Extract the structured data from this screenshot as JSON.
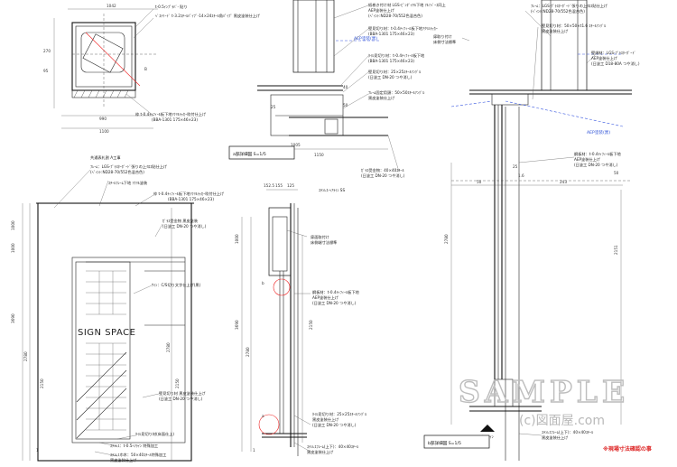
{
  "detail_a": {
    "dims_top": "1042",
    "dims_left": [
      "270",
      "95"
    ],
    "dims_bottom": [
      "990",
      "1100"
    ],
    "label_tube": "t-0.5ｲﾝﾌﾟﾗﾊﾞ- 貼り",
    "label_frame": "ﾍﾞｽﾄﾘｰﾄﾞ t-3.2ｽﾁｰﾙﾊﾟｲﾌﾟ-14×24ｽﾁｰﾙ角ﾊﾟｲﾌﾟ\n黒皮塗装仕上げ",
    "label_bottom_1": "枠  t-0.4ﾃｨﾌｨｰﾙ板下地ｱｸﾘﾙﾗｯｶｰ吹付仕上げ",
    "label_bottom_2": "(BBA-1301 175×46×23)",
    "marker_b": "B"
  },
  "detail_b": {
    "title": "a部詳細図 S=1/5",
    "callouts": [
      "紙巻き付け材 LGS-ﾋﾟﾝﾀﾞｲﾔﾙ下地 ｱﾙﾐﾍﾞｰｽ同上",
      "AEP塗装仕上げ",
      "(ﾍﾟｲﾝﾄ:ND28-70/552色混合色)",
      "壁見切り材：t-0.4ﾃｨﾌｨｰﾙ板下地ｱｸﾘﾙﾗｯｶｰ",
      "(BBA-1301 175×46×23)",
      "ﾀｲﾙ見切り材：t-0.4ﾃｨﾌｨｰﾙ板下地",
      "(BBA-1301 175×46×23)",
      "壁見切り材：25×25ｽﾁｰﾙｱﾝｸﾞﾙ",
      "(日塗工 DN-20 つや消し)",
      "ﾌﾚｰﾑ固定用頭：50×50ｽﾁｰﾙｱﾝｸﾞﾙ",
      "黒皮塗装仕上げ",
      "ｶﾞﾗｽ受金物：40×40ｽﾁｰﾙ",
      "(日塗工 DN-20 つや消し)",
      "ｽﾃﾝﾚｽ-ﾍｱﾗｲﾝ SS"
    ],
    "dims": [
      "1005",
      "1150",
      "40",
      "50",
      "25"
    ],
    "aep": "AEP塗装(黒)"
  },
  "elevation": {
    "callouts": [
      "共通表札割  A工事",
      "ﾌﾚｰﾑ：LGS-ﾌﾟﾗｽﾀｰﾎﾞｰﾄﾞ張りの上ｸﾛｽ貼仕上げ",
      "(ﾍﾟｲﾝﾄ:ND28-70/552色混合色)",
      "ｽﾁｰﾙﾌﾚｰﾑ下地 ｱｸﾘﾙ塗装",
      "枠  t-0.4ﾃｨﾌｨｰﾙ板下地ｱｸﾘﾙﾗｯｶｰ吹付仕上げ",
      "(BBA-1301 175×46×23)",
      "ｶﾞﾗｽ受金物 黒皮塗装",
      "(日塗工 DN-20 つや消し)",
      "ｻｲﾝ：C/S切り文字仕上げ(黒)",
      "壁見切り材 黒皮塗装仕上げ",
      "(日塗工 DN-20 つや消し)",
      "ﾀｲﾙ見切り材(床面仕上)",
      "ｽﾃﾝﾚｽ：t-0.5ﾍｱﾗｲﾝ 特殊加工",
      "ｽﾃﾝﾚｽ巾木：50×40ｽﾁｰﾙ特殊加工",
      "黒皮塗装仕上げ"
    ],
    "sign_text": "SIGN SPACE",
    "dims_left": [
      "1000",
      "1000",
      "3690",
      "2780",
      "2150",
      "1"
    ],
    "dims_right": [
      "2780",
      "2150"
    ]
  },
  "section_mid": {
    "dims_top": [
      "152.5",
      "155",
      "125"
    ],
    "callouts": [
      "扉面取付け",
      "床側端寸法標準",
      "鋼板材：t-0.4ﾃｨﾌｨｰﾙ板下地",
      "AEP塗装仕上げ",
      "(日塗工 DN-20 つや消し)",
      "ﾀｲﾙ見切り材：25×25ｽﾁｰﾙｱﾝｸﾞﾙ",
      "黒皮塗装仕上げ",
      "(日塗工 DN-20 つや消し)",
      "ｽﾃﾝﾚｽﾌﾚｰﾑ(上下)：40×40ｽﾁｰﾙ",
      "黒皮塗装仕上げ"
    ],
    "dims_left": [
      "1000",
      "2780",
      "3690",
      "2150",
      "1"
    ],
    "markers": [
      "b",
      "a"
    ]
  },
  "section_right": {
    "callouts": [
      "ﾌﾚｰﾑ：LGS-ﾌﾟﾗｽﾀｰﾎﾞｰﾄﾞ張りの上ｸﾛｽ貼仕上げ",
      "(ﾍﾟｲﾝﾄ:ND28-70/552色混合色)",
      "壁見切り材：50×50×t1.6 ｽﾁｰﾙｱﾝｸﾞﾙ",
      "黒皮塗装仕上げ",
      "扉取り付け",
      "床側寸法標準",
      "壁端材：LGS-ﾌﾟﾗｽﾀｰﾎﾞｰﾄﾞ",
      "AEP塗装仕上げ",
      "(日塗工 D18-80A つや消し)",
      "AEP塗装(黒)",
      "鋼板材：t-0.4ﾃｨﾌｨｰﾙ板下地",
      "AEP塗装仕上げ",
      "(日塗工 DN-20 つや消し)",
      "ｽﾃﾝﾚｽﾌﾚｰﾑ(上下)：40×40ｽﾁｰﾙ",
      "黒皮塗装仕上げ"
    ],
    "dims": [
      "50",
      "243",
      "25",
      "1.6",
      "50",
      "2780",
      "2151"
    ],
    "title": "b部詳細図 S=1/5",
    "marker": "ﾍﾞｰｽﾗｲﾝ"
  },
  "watermark": {
    "main": "SAMPLE",
    "sub": "(c)図面屋.com"
  },
  "note": "※現場寸法確認の事"
}
